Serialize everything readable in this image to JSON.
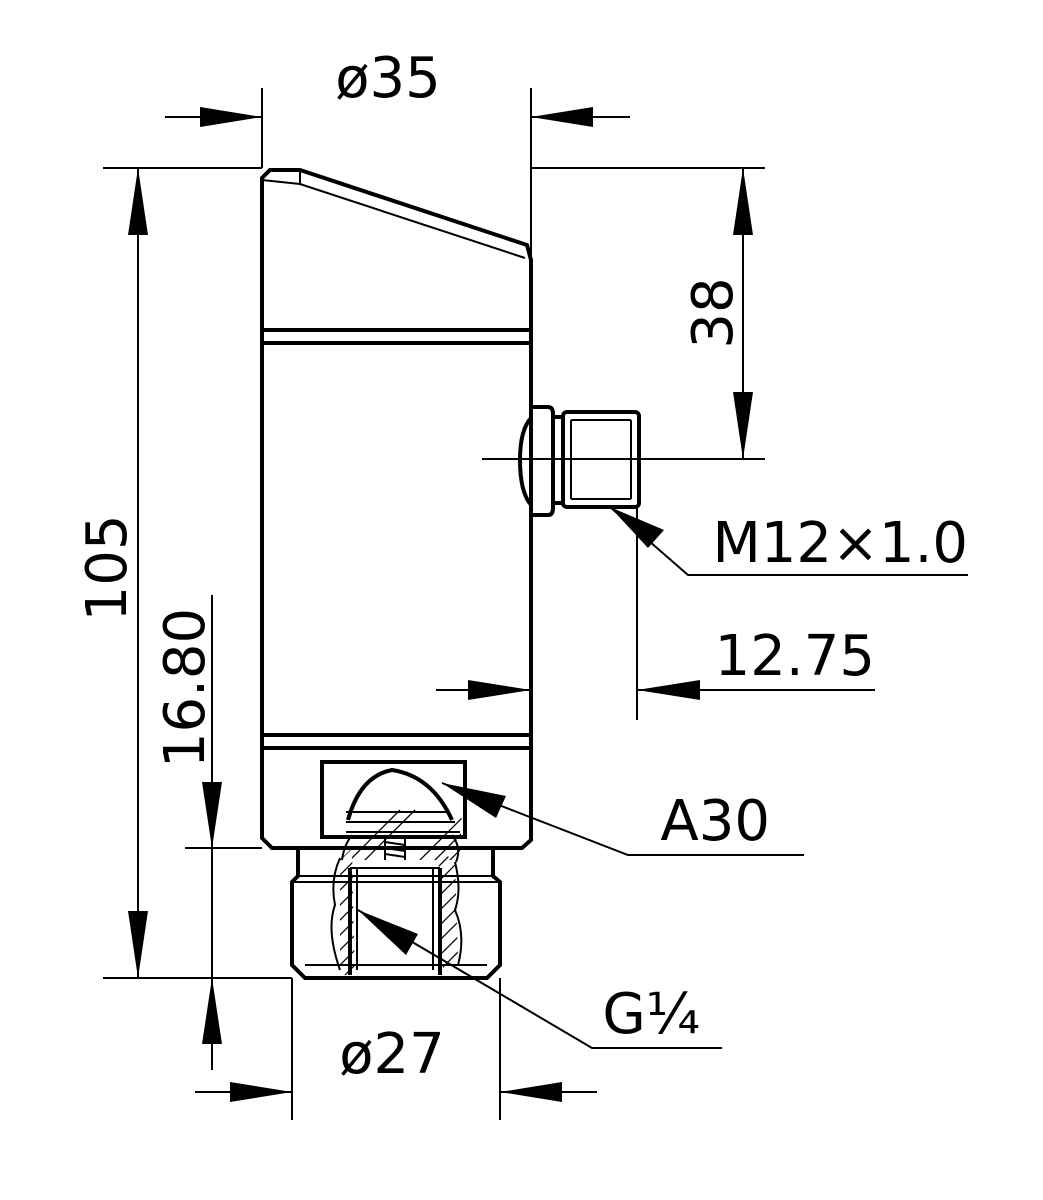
{
  "drawing": {
    "dimensions": {
      "top_diameter": "ø35",
      "bottom_diameter": "ø27",
      "overall_height": "105",
      "connector_height": "38",
      "thread_length": "16.80",
      "connector_offset": "12.75"
    },
    "callouts": {
      "connector_thread": "M12×1.0",
      "hex_size": "A30",
      "process_thread": "G¼"
    }
  }
}
